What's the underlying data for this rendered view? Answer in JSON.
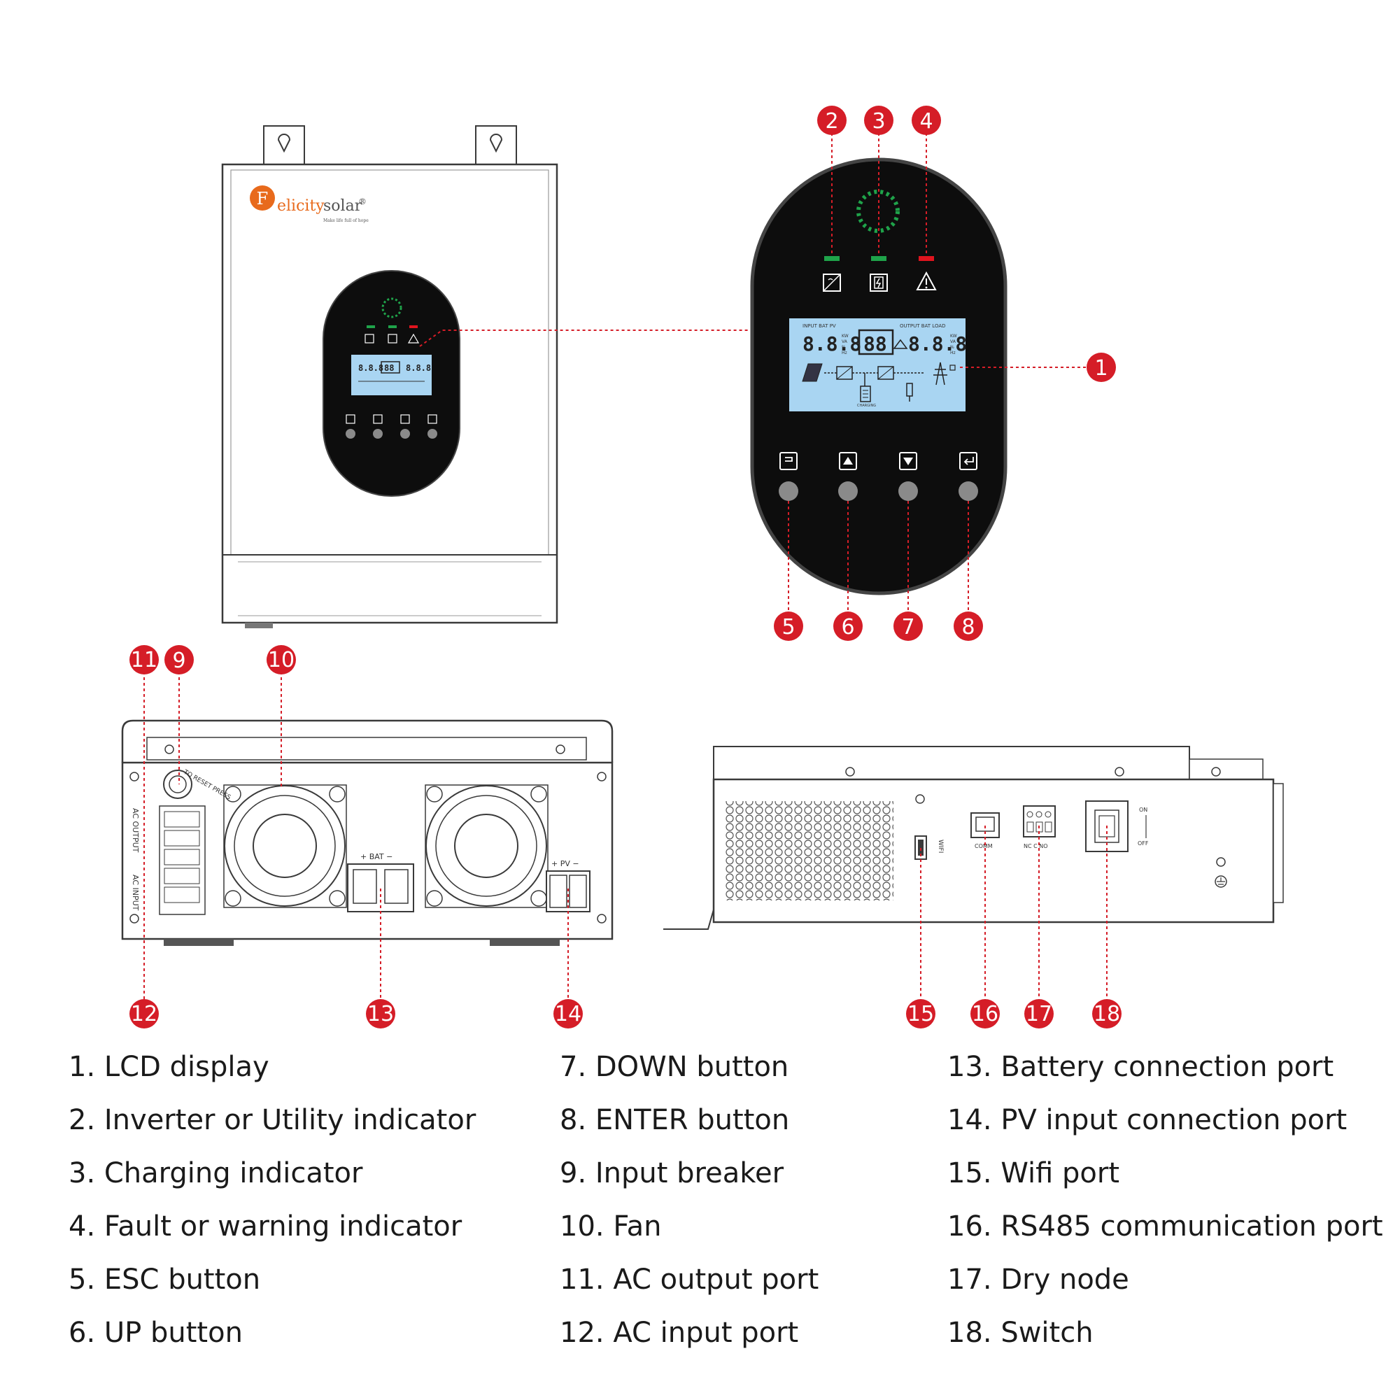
{
  "brand": {
    "name_prefix": "F",
    "name_main": "elicity",
    "name_suffix": "solar",
    "registered": "®",
    "tagline": "Make life full of hope"
  },
  "lcd": {
    "left_labels": "INPUT  BAT  PV",
    "right_labels": "OUTPUT  BAT  LOAD",
    "left_value": "8.8.8",
    "center_value": "88",
    "right_value": "8.8.8",
    "units": [
      "KW",
      "VA",
      "%",
      "Hz"
    ],
    "charging_label": "CHARGING"
  },
  "panel_labels": {
    "bat": "+ BAT −",
    "pv": "+ PV −",
    "ac_output": "AC OUTPUT",
    "ac_input": "AC INPUT",
    "breaker": "TO RESET PRESS",
    "wifi": "WIFI",
    "comm": "COMM",
    "dry": "NC C NO",
    "on": "ON",
    "off": "OFF"
  },
  "callouts": [
    "1",
    "2",
    "3",
    "4",
    "5",
    "6",
    "7",
    "8",
    "9",
    "10",
    "11",
    "12",
    "13",
    "14",
    "15",
    "16",
    "17",
    "18"
  ],
  "legend": {
    "col1": [
      "1. LCD display",
      "2. Inverter or Utility indicator",
      "3. Charging indicator",
      "4. Fault or warning indicator",
      "5. ESC button",
      "6. UP button"
    ],
    "col2": [
      "7. DOWN button",
      "8. ENTER button",
      "9. Input breaker",
      "10. Fan",
      "11. AC output port",
      "12. AC input port"
    ],
    "col3": [
      "13. Battery connection port",
      "14. PV input connection port",
      "15. Wifi port",
      "16. RS485 communication port",
      "17. Dry node",
      "18. Switch"
    ]
  },
  "colors": {
    "callout": "#d51d27",
    "leader": "#d51d27",
    "outline": "#3a3a3a",
    "panel": "#0d0d0d",
    "lcd": "#a9d5f2",
    "led_green": "#1fa34a",
    "led_red": "#e0141e",
    "brand_orange": "#e86a1c"
  }
}
